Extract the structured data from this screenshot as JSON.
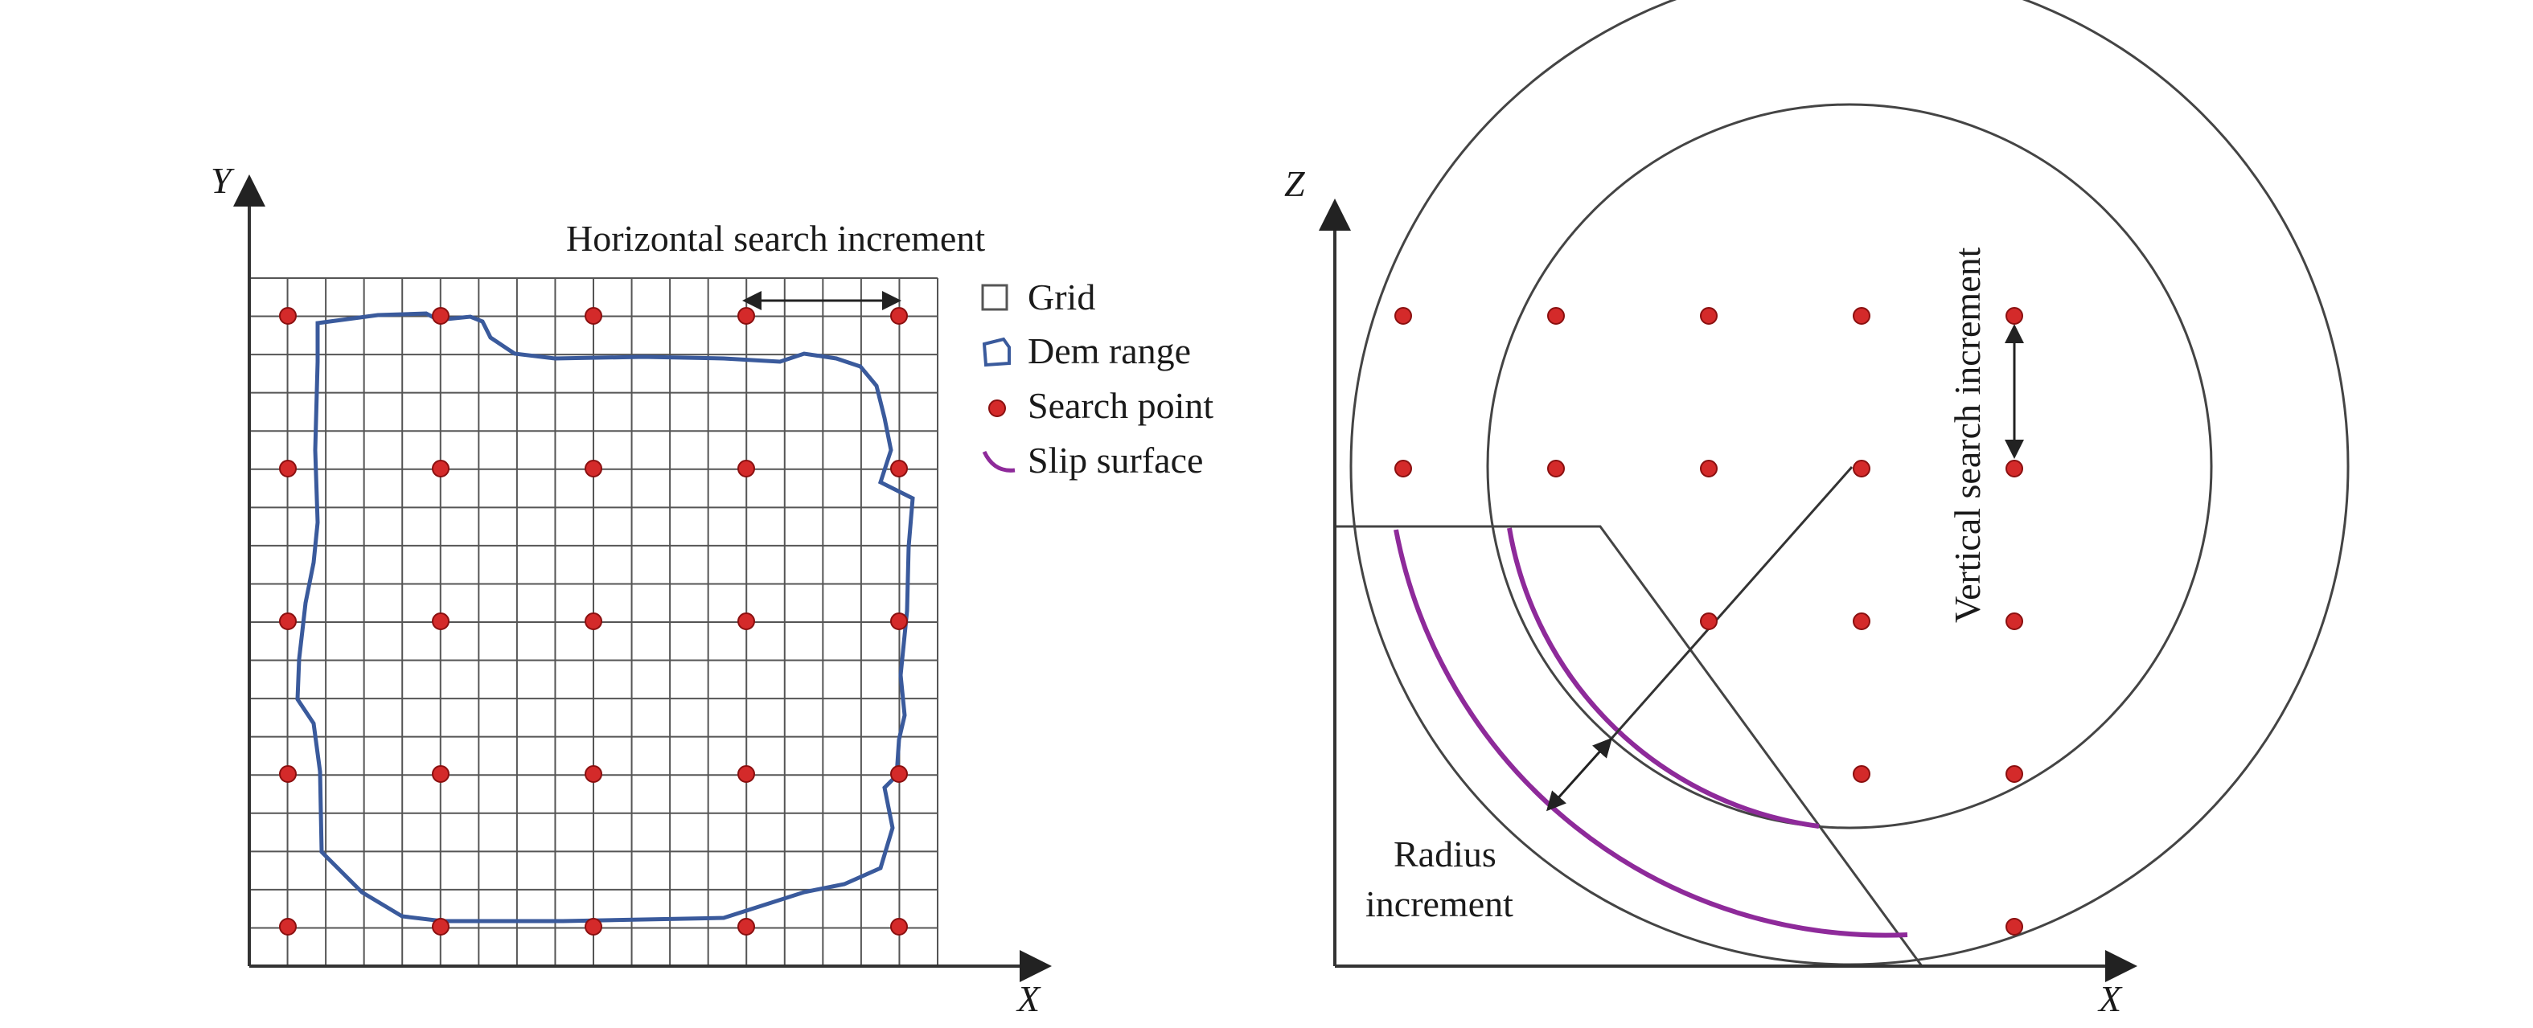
{
  "left_panel": {
    "axis_y_label": "Y",
    "axis_x_label": "X",
    "title": "Horizontal search increment",
    "legend": {
      "grid": "Grid",
      "dem_range": "Dem range",
      "search_point": "Search point",
      "slip_surface": "Slip surface"
    }
  },
  "right_panel": {
    "axis_z_label": "Z",
    "axis_x_label": "X",
    "vertical_label": "Vertical search increment",
    "radius_label_line1": "Radius",
    "radius_label_line2": "increment"
  },
  "colors": {
    "grid": "#555555",
    "dem_range": "#3a5a9c",
    "search_point_fill": "#d42a2a",
    "search_point_stroke": "#8a1010",
    "slip_surface": "#8e2a9a",
    "axis": "#333333"
  }
}
